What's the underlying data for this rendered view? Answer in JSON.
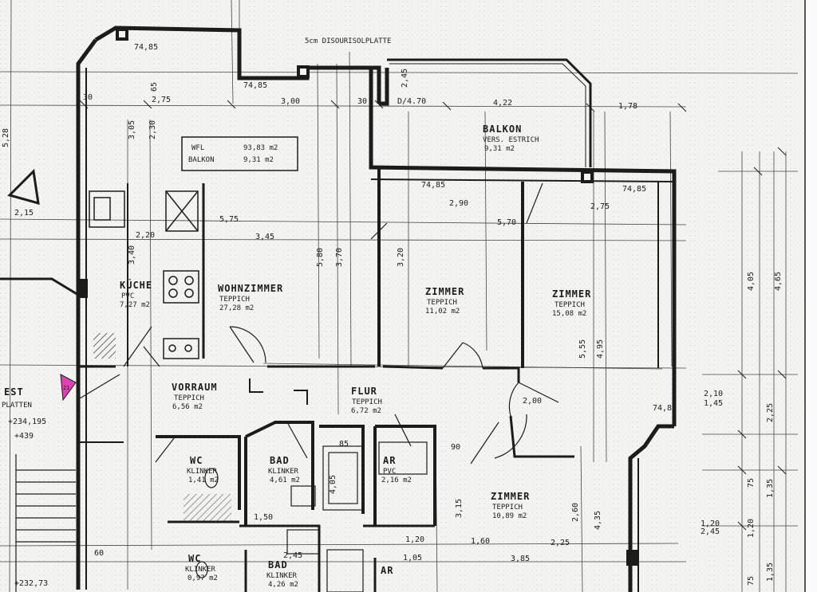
{
  "rooms": {
    "wohnzimmer": {
      "name": "WOHNZIMMER",
      "floor": "TEPPICH",
      "area": "27,28 m2"
    },
    "kueche": {
      "name": "KÜCHE",
      "floor": "PVC",
      "area": "7,27 m2"
    },
    "vorraum": {
      "name": "VORRAUM",
      "floor": "TEPPICH",
      "area": "6,56 m2"
    },
    "flur": {
      "name": "FLUR",
      "floor": "TEPPICH",
      "area": "6,72 m2"
    },
    "zimmer1": {
      "name": "ZIMMER",
      "floor": "TEPPICH",
      "area": "11,02 m2"
    },
    "zimmer2": {
      "name": "ZIMMER",
      "floor": "TEPPICH",
      "area": "15,08 m2"
    },
    "zimmer3": {
      "name": "ZIMMER",
      "floor": "TEPPICH",
      "area": "10,89 m2"
    },
    "balkon": {
      "name": "BALKON",
      "floor": "VERS. ESTRICH",
      "area": "9,31 m2"
    },
    "bad1": {
      "name": "BAD",
      "floor": "KLINKER",
      "area": "4,61 m2"
    },
    "bad2": {
      "name": "BAD",
      "floor": "KLINKER",
      "area": "4,26 m2"
    },
    "ar": {
      "name": "AR",
      "floor": "PVC",
      "area": "2,16 m2"
    },
    "ar2": {
      "name": "AR"
    },
    "wc1": {
      "name": "WC",
      "floor": "KLINKER",
      "area": "1,41 m2"
    },
    "wc2": {
      "name": "WC",
      "floor": "KLINKER",
      "area": "0,97 m2"
    },
    "west": {
      "name": "EST",
      "floor": "PLATTEN"
    }
  },
  "area_box": {
    "label1": "WFL",
    "value1": "93,83 m2",
    "label2": "BALKON",
    "value2": "9,31 m2"
  },
  "notes": {
    "top": "5cm DISOURISOLPLATTE",
    "level1": "+234,195",
    "level2": "+439",
    "level3": "+232,73"
  },
  "dims": {
    "d30a": "30",
    "d275": "2,75",
    "d300": "3,00",
    "d30b": "30",
    "d470": "D/4.70",
    "d422": "4,22",
    "d178": "1,78",
    "d305": "3,05",
    "d230": "2,30",
    "d7485a": "74,85",
    "d7485b": "74,85",
    "d7485c": "74,85",
    "d7485d": "74,85",
    "d7485e": "74,85",
    "d575": "5,75",
    "d345": "3,45",
    "d220": "2,20",
    "d340": "3,40",
    "d580": "5,80",
    "d370": "3,70",
    "d320": "3,20",
    "d290": "2,90",
    "d275b": "2,75",
    "d570": "5,70",
    "d405": "4,05",
    "d465": "4,65",
    "d555": "5,55",
    "d495": "4,95",
    "d245": "2,45",
    "d90": "90",
    "d120": "1,20",
    "d385": "3,85",
    "d225": "2,25",
    "d160": "1,60",
    "d105": "1,05",
    "d315": "3,15",
    "d260": "2,60",
    "d435": "4,35",
    "d120b": "1,20",
    "d135": "1,35",
    "d75": "75",
    "d245b": "2,45",
    "d65": "65",
    "d60": "60",
    "d200": "2,00",
    "d210": "2,10",
    "d145": "1,45",
    "d135b": "1,35",
    "d75b": "75",
    "d120c": "1,20",
    "d85": "85",
    "d405b": "4,05",
    "d225b": "2,25",
    "d245c": "2,45",
    "d215": "2,15",
    "d528": "5,28",
    "d150": "1,50"
  },
  "marker_number": "21",
  "colors": {
    "ink": "#1c1c1c",
    "marker": "#e040b0",
    "paper": "#f4f4f2"
  }
}
